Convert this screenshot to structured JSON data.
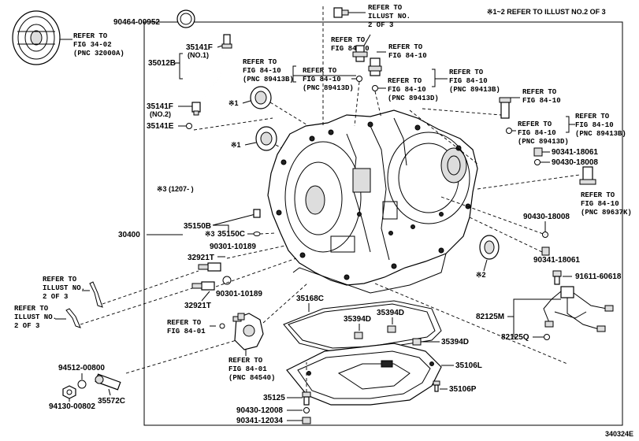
{
  "header": {
    "note": "※1~2 REFER TO ILLUST NO.2 OF 3"
  },
  "footer": {
    "illustration_id": "340324E"
  },
  "labels": {
    "p30400": "30400",
    "p35012B": "35012B",
    "p35141F_a": "35141F",
    "no1": "(NO.1)",
    "p35141F_b": "35141F",
    "no2": "(NO.2)",
    "p35141E": "35141E",
    "m1a": "※1",
    "m1b": "※1",
    "m3": "※3 (1207-   )",
    "p35150B": "35150B",
    "m3b": "※3",
    "p35150C": "35150C",
    "p90301_a": "90301-10189",
    "p32921T_a": "32921T",
    "p32921T_b": "32921T",
    "p90301_b": "90301-10189",
    "p90464": "90464-00952",
    "p35168C": "35168C",
    "p35394D_a": "35394D",
    "p35394D_b": "35394D",
    "p35394D_c": "35394D",
    "p35106L": "35106L",
    "p35106P": "35106P",
    "p35125": "35125",
    "p90430_12008": "90430-12008",
    "p90341_12034": "90341-12034",
    "p94512": "94512-00800",
    "p94130": "94130-00802",
    "p35572C": "35572C",
    "p82125M": "82125M",
    "p82125Q": "82125Q",
    "p91611": "91611-60618",
    "p90430_18008_a": "90430-18008",
    "p90341_18061_a": "90341-18061",
    "p90341_18061_b": "90341-18061",
    "p90430_18008_b": "90430-18008",
    "m2": "※2"
  },
  "refs": {
    "r_fig3402": [
      "REFER TO",
      "FIG 34-02",
      "(PNC 32000A)"
    ],
    "r_illust_top": [
      "REFER TO",
      "ILLUST NO.",
      "2 OF 3"
    ],
    "r_fig8410_a": [
      "REFER TO",
      "FIG 84-10"
    ],
    "r_fig8410_b": [
      "REFER TO",
      "FIG 84-10"
    ],
    "r_fig8410_c": [
      "REFER TO",
      "FIG 84-10",
      "(PNC 89413B)"
    ],
    "r_fig8410_d": [
      "REFER TO",
      "FIG 84-10",
      "(PNC 89413D)"
    ],
    "r_fig8410_e": [
      "REFER TO",
      "FIG 84-10",
      "(PNC 89413D)"
    ],
    "r_fig8410_f": [
      "REFER TO",
      "FIG 84-10",
      "(PNC 89413B)"
    ],
    "r_fig8410_g": [
      "REFER TO",
      "FIG 84-10"
    ],
    "r_fig8410_h": [
      "REFER TO",
      "FIG 84-10",
      "(PNC 89413B)"
    ],
    "r_fig8410_i": [
      "REFER TO",
      "FIG 84-10",
      "(PNC 89413D)"
    ],
    "r_fig8410_j": [
      "REFER TO",
      "FIG 84-10",
      "(PNC 89637K)"
    ],
    "r_illust_l1": [
      "REFER TO",
      "ILLUST NO.",
      "2 OF 3"
    ],
    "r_illust_l2": [
      "REFER TO",
      "ILLUST NO.",
      "2 OF 3"
    ],
    "r_fig8401_a": [
      "REFER TO",
      "FIG 84-01"
    ],
    "r_fig8401_b": [
      "REFER TO",
      "FIG 84-01",
      "(PNC 84540)"
    ]
  }
}
